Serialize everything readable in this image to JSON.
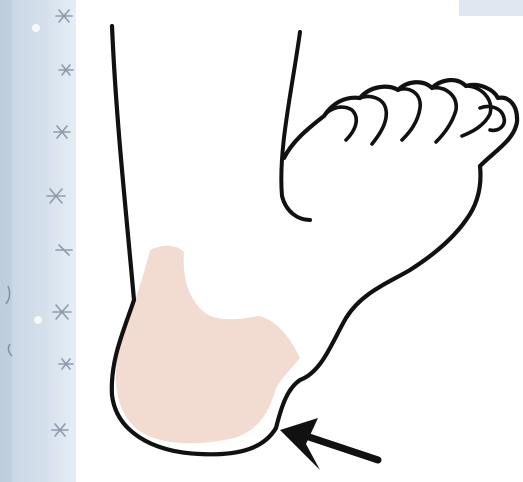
{
  "image": {
    "subject": "foot-heel-illustration",
    "icons": [
      "snowflake-pattern",
      "foot-outline",
      "heel-highlight",
      "pointer-arrow"
    ],
    "colors": {
      "background": "#ffffff",
      "outline": "#111111",
      "heel_fill": "#f2dcd2",
      "strip_bg": "#cfdbe8",
      "strip_pattern": "#9aa8b8",
      "corner_tab": "#dfe7f0"
    }
  }
}
